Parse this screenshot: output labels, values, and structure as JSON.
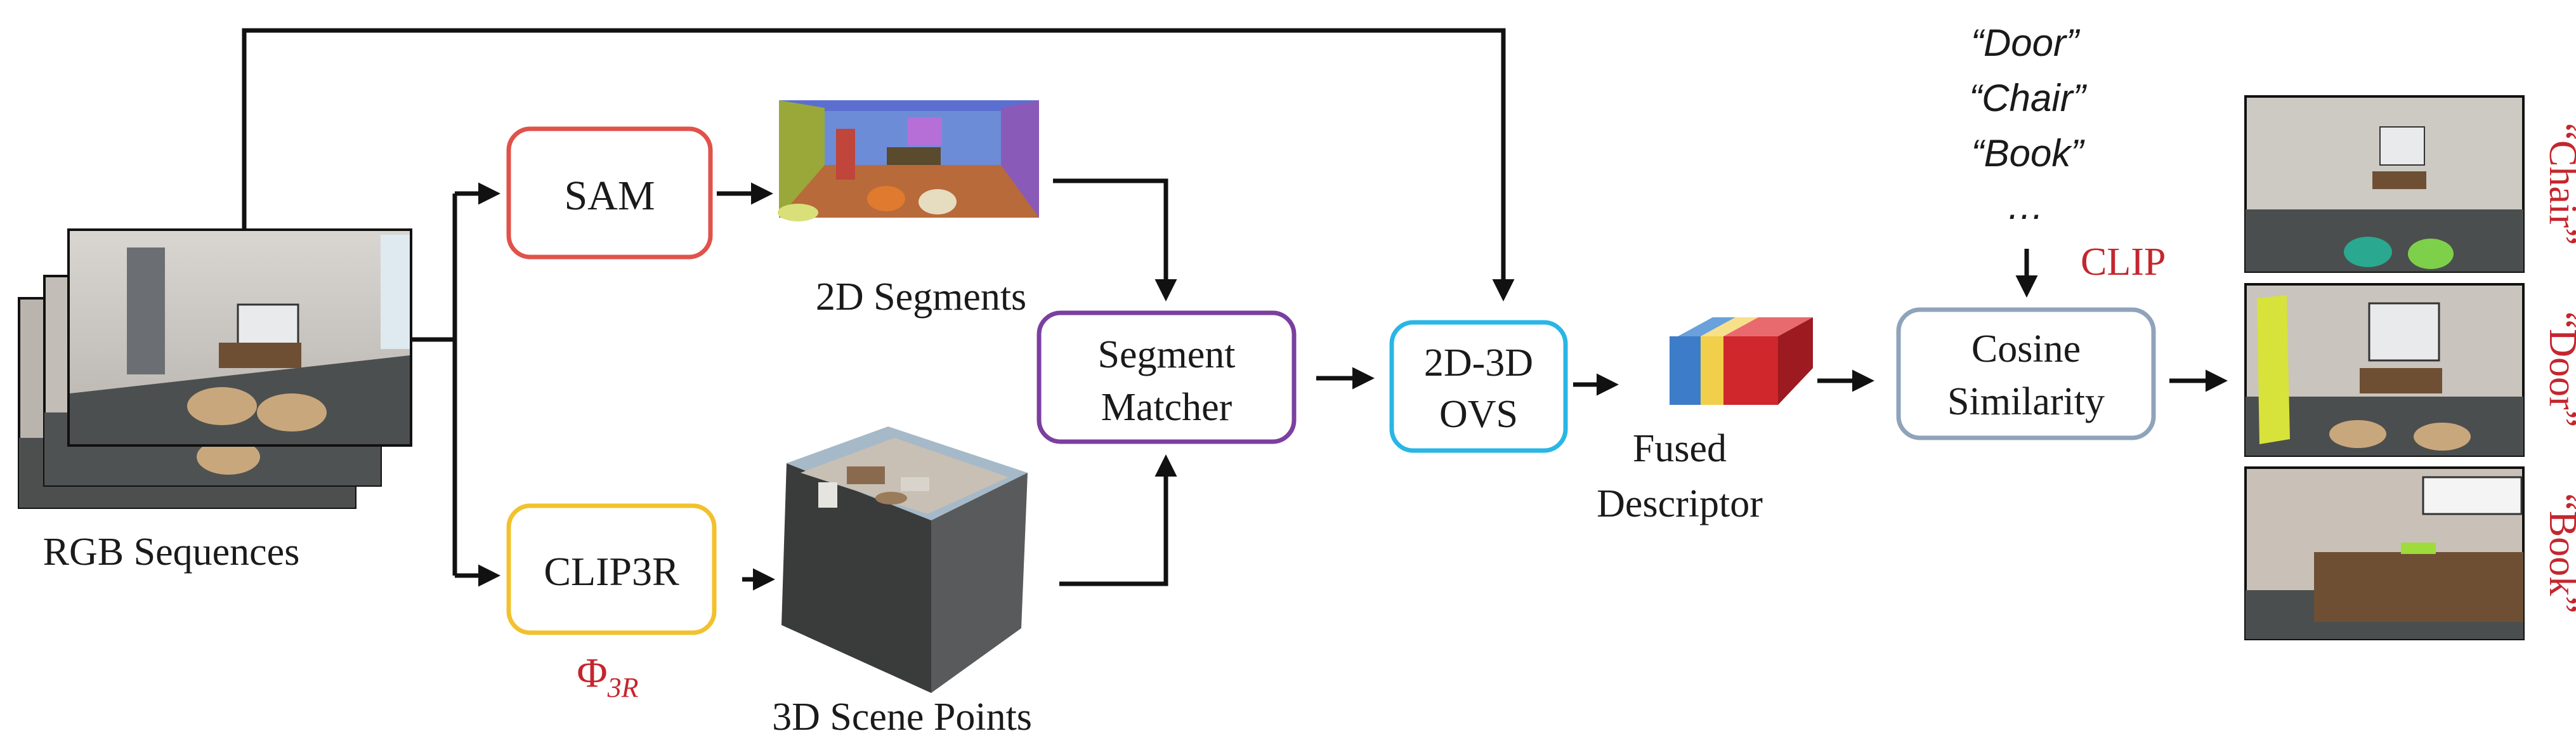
{
  "inputs": {
    "label": "RGB Sequences"
  },
  "modules": {
    "sam": "SAM",
    "clip3r": "CLIP3R",
    "clip3r_symbol": "Φ",
    "clip3r_symbol_sub": "3R",
    "matcher_line1": "Segment",
    "matcher_line2": "Matcher",
    "ovs_line1": "2D-3D",
    "ovs_line2": "OVS",
    "cosine_line1": "Cosine",
    "cosine_line2": "Similarity"
  },
  "outputs": {
    "segments": "2D Segments",
    "scene_points": "3D Scene Points",
    "descriptor_line1": "Fused",
    "descriptor_line2": "Descriptor"
  },
  "queries": {
    "items": [
      "“Door”",
      "“Chair”",
      "“Book”",
      "…"
    ],
    "encoder": "CLIP"
  },
  "results": [
    "“Chair”",
    "“Door”",
    "“Book”"
  ],
  "colors": {
    "sam_border": "#e0524a",
    "clip3r_border": "#f2c12e",
    "matcher_border": "#7b3fa0",
    "ovs_border": "#29b6e6",
    "cosine_border": "#8fa3ba",
    "accent_red": "#c4262e",
    "descriptor_blue": "#3d7cc9",
    "descriptor_yellow": "#f2cf4a",
    "descriptor_red": "#d0272d"
  }
}
